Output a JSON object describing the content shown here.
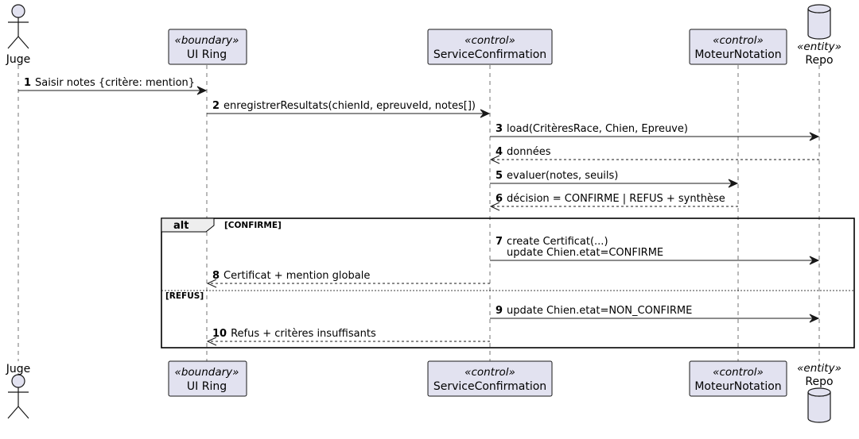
{
  "participants": [
    {
      "id": "juge",
      "kind": "actor",
      "name": "Juge",
      "stereotype": ""
    },
    {
      "id": "ui",
      "kind": "boundary",
      "name": "UI Ring",
      "stereotype": "«boundary»"
    },
    {
      "id": "svc",
      "kind": "control",
      "name": "ServiceConfirmation",
      "stereotype": "«control»"
    },
    {
      "id": "mot",
      "kind": "control",
      "name": "MoteurNotation",
      "stereotype": "«control»"
    },
    {
      "id": "repo",
      "kind": "entity",
      "name": "Repo",
      "stereotype": "«entity»"
    }
  ],
  "messages": [
    {
      "num": "1",
      "from": "juge",
      "to": "ui",
      "style": "solid",
      "lines": [
        "Saisir notes {critère: mention}"
      ]
    },
    {
      "num": "2",
      "from": "ui",
      "to": "svc",
      "style": "solid",
      "lines": [
        "enregistrerResultats(chienId, epreuveId, notes[])"
      ]
    },
    {
      "num": "3",
      "from": "svc",
      "to": "repo",
      "style": "solid",
      "lines": [
        "load(CritèresRace, Chien, Epreuve)"
      ]
    },
    {
      "num": "4",
      "from": "repo",
      "to": "svc",
      "style": "dashed",
      "lines": [
        "données"
      ]
    },
    {
      "num": "5",
      "from": "svc",
      "to": "mot",
      "style": "solid",
      "lines": [
        "evaluer(notes, seuils)"
      ]
    },
    {
      "num": "6",
      "from": "mot",
      "to": "svc",
      "style": "dashed",
      "lines": [
        "décision = CONFIRME | REFUS + synthèse"
      ]
    },
    {
      "num": "7",
      "from": "svc",
      "to": "repo",
      "style": "solid",
      "lines": [
        "create Certificat(...)",
        "update Chien.etat=CONFIRME"
      ]
    },
    {
      "num": "8",
      "from": "svc",
      "to": "ui",
      "style": "dashed",
      "lines": [
        "Certificat + mention globale"
      ]
    },
    {
      "num": "9",
      "from": "svc",
      "to": "repo",
      "style": "solid",
      "lines": [
        "update Chien.etat=NON_CONFIRME"
      ]
    },
    {
      "num": "10",
      "from": "svc",
      "to": "ui",
      "style": "dashed",
      "lines": [
        "Refus + critères insuffisants"
      ]
    }
  ],
  "fragment": {
    "operator": "alt",
    "guards": [
      "[CONFIRME]",
      "[REFUS]"
    ]
  }
}
